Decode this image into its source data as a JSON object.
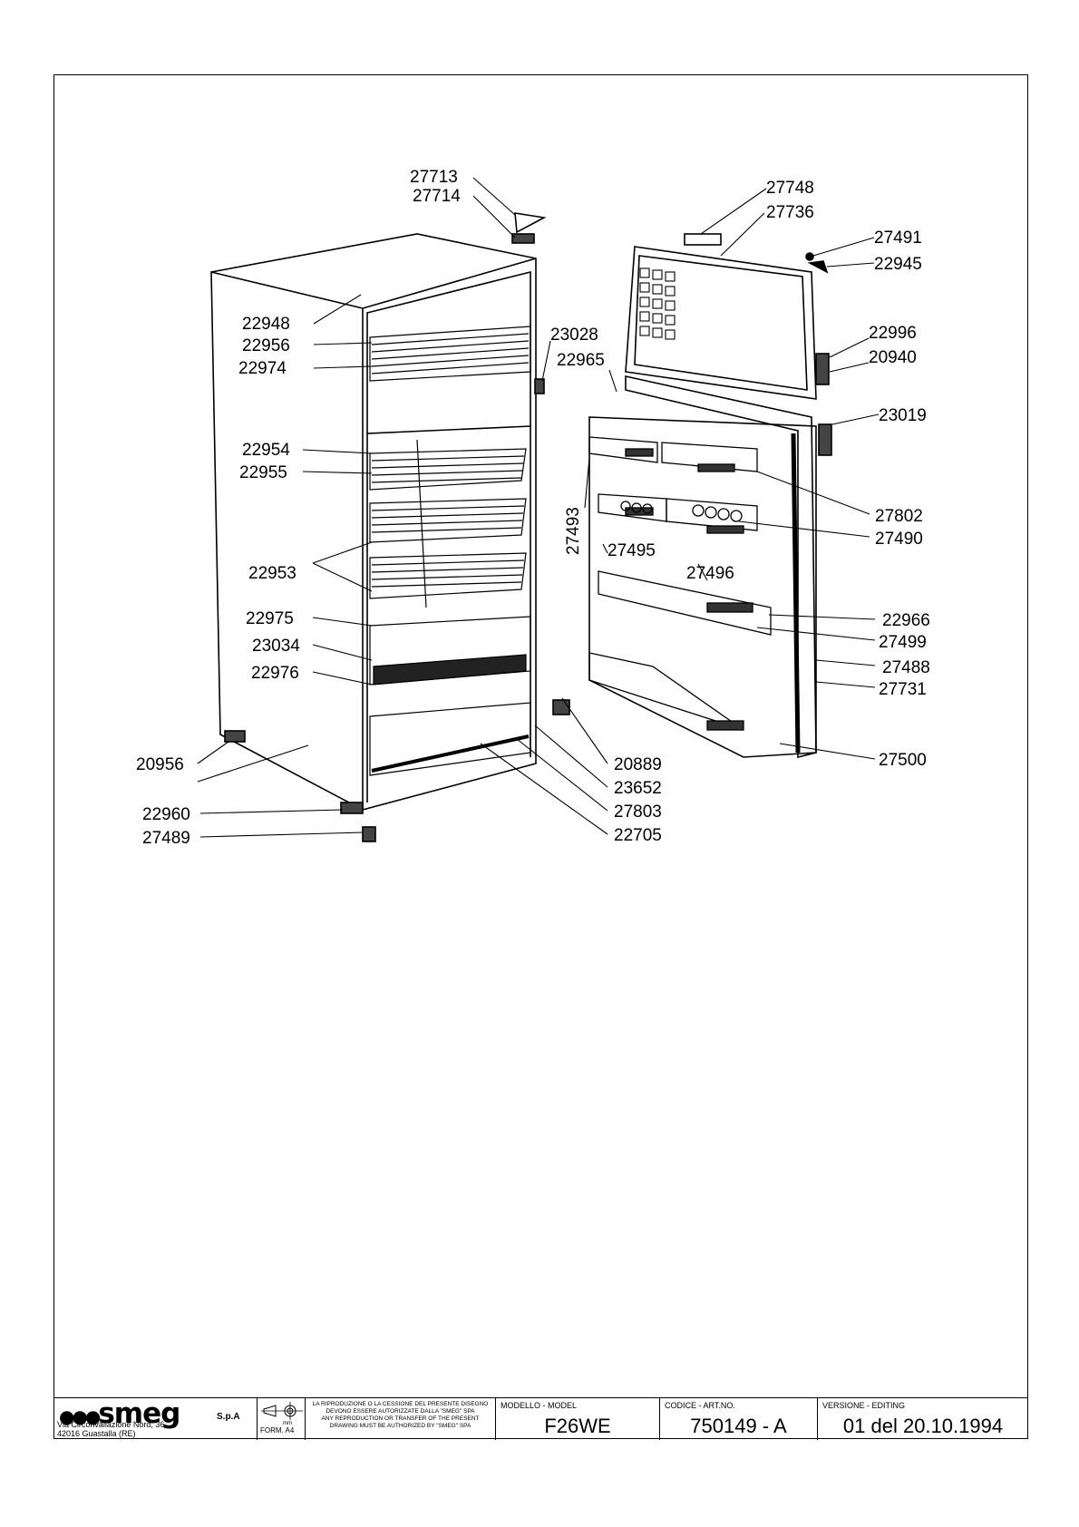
{
  "drawing": {
    "part_numbers": [
      "27713",
      "27714",
      "27748",
      "27736",
      "27491",
      "22945",
      "22948",
      "22956",
      "22974",
      "23028",
      "22965",
      "22996",
      "20940",
      "23019",
      "22954",
      "22955",
      "27493",
      "27802",
      "27490",
      "22953",
      "27495",
      "27496",
      "22966",
      "22975",
      "27499",
      "23034",
      "27488",
      "22976",
      "27731",
      "20956",
      "20889",
      "27500",
      "23652",
      "22960",
      "27803",
      "27489",
      "22705"
    ]
  },
  "title_block": {
    "company": "smeg",
    "company_suffix": "S.p.A",
    "address_line1": "Via Circonvallazione Nord, 36",
    "address_line2": "42016  Guastalla (RE)",
    "projection_unit": "mm",
    "form": "FORM. A4",
    "legal_it": "LA RIPRODUZIONE O LA CESSIONE DEL PRESENTE DISEGNO DEVONO ESSERE AUTORIZZATE DALLA \"SMEG\" SPA",
    "legal_en": "ANY REPRODUCTION OR TRANSFER OF THE PRESENT DRAWING MUST BE AUTHORIZED BY \"SMEG\" SPA",
    "model_caption": "MODELLO - MODEL",
    "model": "F26WE",
    "code_caption": "CODICE - ART.NO.",
    "code": "750149 - A",
    "version_caption": "VERSIONE - EDITING",
    "version": "01 del 20.10.1994"
  }
}
